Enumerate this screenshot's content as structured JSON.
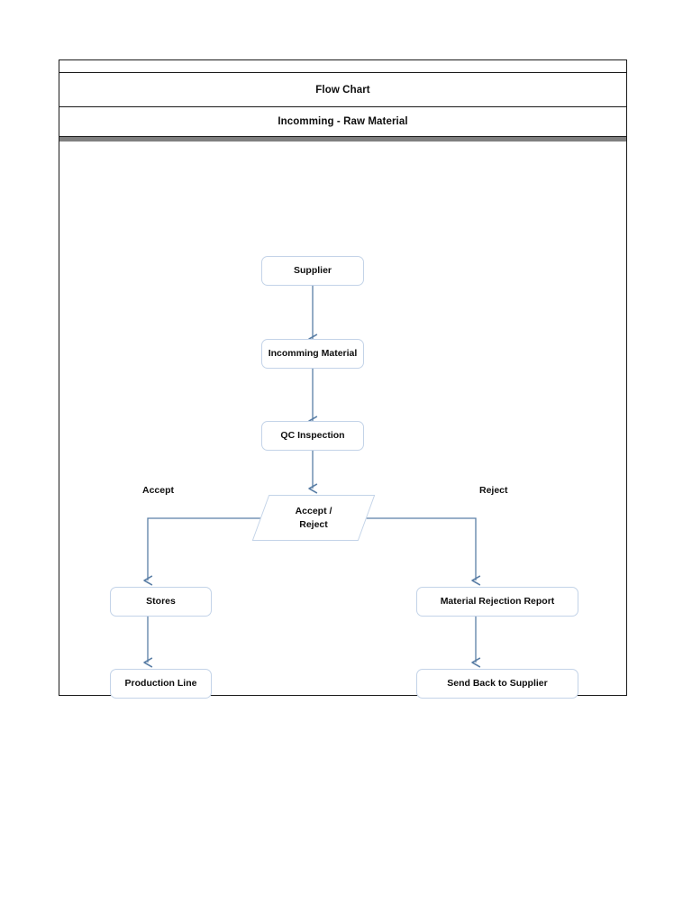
{
  "document": {
    "header": {
      "blank_row": "",
      "title": "Flow Chart",
      "subtitle": "Incomming - Raw Material"
    }
  },
  "chart_data": {
    "type": "diagram",
    "title": "Flow Chart",
    "subtitle": "Incomming - Raw Material",
    "node_border_color": "#c3d3e8",
    "edge_color": "#5b7fa6",
    "text_color": "#0d0d0d",
    "nodes": [
      {
        "id": "supplier",
        "label": "Supplier",
        "shape": "rounded-rect"
      },
      {
        "id": "incomming",
        "label": "Incomming Material",
        "shape": "rounded-rect"
      },
      {
        "id": "qc",
        "label": "QC Inspection",
        "shape": "rounded-rect"
      },
      {
        "id": "decision",
        "label": "Accept /\nReject",
        "shape": "parallelogram"
      },
      {
        "id": "stores",
        "label": "Stores",
        "shape": "rounded-rect"
      },
      {
        "id": "production",
        "label": "Production Line",
        "shape": "rounded-rect"
      },
      {
        "id": "rejection",
        "label": "Material Rejection Report",
        "shape": "rounded-rect"
      },
      {
        "id": "sendback",
        "label": "Send Back to Supplier",
        "shape": "rounded-rect"
      }
    ],
    "node_labels": {
      "supplier": "Supplier",
      "incomming": "Incomming Material",
      "qc": "QC Inspection",
      "decision_line1": "Accept /",
      "decision_line2": "Reject",
      "stores": "Stores",
      "production": "Production Line",
      "rejection": "Material Rejection Report",
      "sendback": "Send Back to Supplier"
    },
    "edge_labels": {
      "accept": "Accept",
      "reject": "Reject"
    },
    "edges": [
      {
        "from": "supplier",
        "to": "incomming",
        "label": ""
      },
      {
        "from": "incomming",
        "to": "qc",
        "label": ""
      },
      {
        "from": "qc",
        "to": "decision",
        "label": ""
      },
      {
        "from": "decision",
        "to": "stores",
        "label": "Accept"
      },
      {
        "from": "decision",
        "to": "rejection",
        "label": "Reject"
      },
      {
        "from": "stores",
        "to": "production",
        "label": ""
      },
      {
        "from": "rejection",
        "to": "sendback",
        "label": ""
      }
    ]
  }
}
